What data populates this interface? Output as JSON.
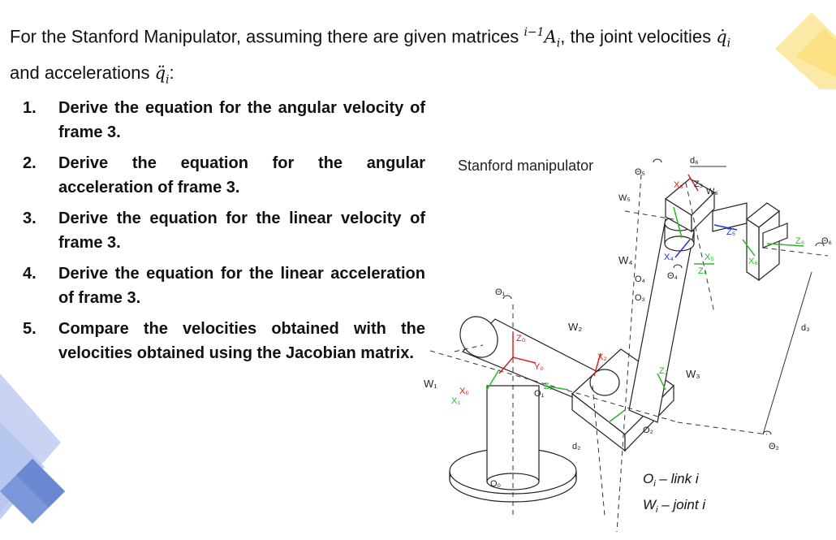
{
  "intro": {
    "line1_before": "For the Stanford Manipulator, assuming there are given matrices ",
    "matrix_sup": "i−1",
    "matrix_base": "A",
    "matrix_sub": "i",
    "line1_mid": ",  the joint velocities ",
    "velocity_symbol": "q̇",
    "velocity_sub": "i",
    "line2_before": "and accelerations ",
    "accel_symbol": "q̈",
    "accel_sub": "i",
    "line2_after": ":"
  },
  "tasks": [
    {
      "number": "1.",
      "text": "Derive the equation for the angular velocity of frame 3."
    },
    {
      "number": "2.",
      "text": "Derive the equation for the angular acceleration of frame 3."
    },
    {
      "number": "3.",
      "text": "Derive the equation for the linear velocity of frame 3."
    },
    {
      "number": "4.",
      "text": "Derive the equation for the linear acceleration of frame 3."
    },
    {
      "number": "5.",
      "text": "Compare the velocities obtained with the velocities obtained using the Jacobian matrix."
    }
  ],
  "diagram": {
    "title": "Stanford manipulator",
    "legend_link": "O",
    "legend_link_sub": "i",
    "legend_link_text": " – link i",
    "legend_joint": "W",
    "legend_joint_sub": "i",
    "legend_joint_text": " – joint i",
    "labels": {
      "W1": "W₁",
      "W2": "W₂",
      "W3": "W₃",
      "W4": "W₄",
      "W5": "W₅",
      "W6": "W₆",
      "O0": "O₀",
      "O1": "O₁",
      "O2": "O₂",
      "O3": "O₃",
      "O4": "O₄",
      "theta1": "Θ₁",
      "theta2": "Θ₂",
      "theta4": "Θ₄",
      "theta5": "Θ₅",
      "theta6": "Θ₆",
      "d2": "d₂",
      "d3": "d₃",
      "d6": "d₆",
      "Z0": "Z₀",
      "Z1": "Z₁",
      "Z2": "Z₂",
      "Z3": "Z₃",
      "Z4": "Z₄",
      "Z5": "Z₅",
      "Z6": "Z₆",
      "X0": "X₀",
      "X1": "X₁",
      "X2": "X₂",
      "X3": "X₃",
      "X4": "X₄",
      "X5": "X₅",
      "X6": "X₆",
      "Y0": "Y₀"
    }
  },
  "colors": {
    "deco_dark": "#7b96d9",
    "deco_light": "#c9d4f2",
    "deco_yellow": "#fde9a6",
    "axis_red": "#e02020",
    "axis_green": "#2fb82f",
    "axis_blue": "#2030e0"
  }
}
